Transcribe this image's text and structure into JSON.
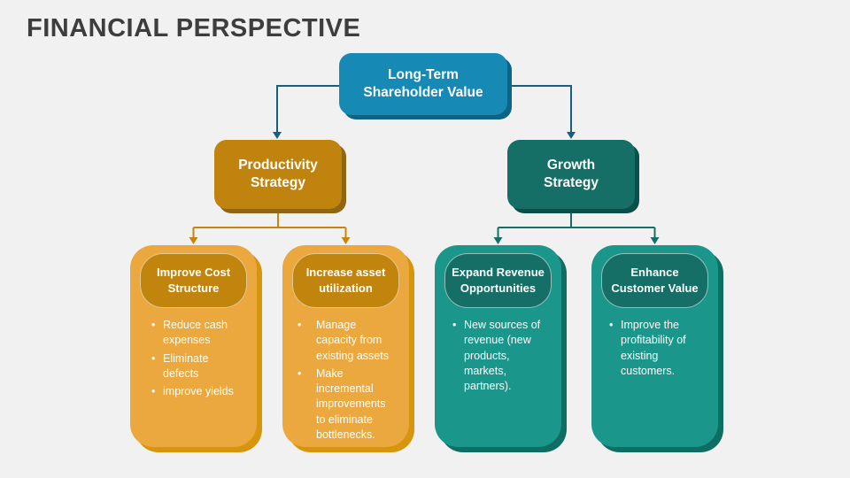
{
  "page": {
    "title": "FINANCIAL PERSPECTIVE",
    "background": "#f1f1f1",
    "title_color": "#3d3d3d"
  },
  "palette": {
    "root_fill": "#1689b5",
    "root_shadow": "#0f6383",
    "root_connector": "#15607f",
    "amber_strategy_fill": "#bf830e",
    "amber_strategy_shadow": "#8f6612",
    "amber_card_fill": "#eaa83e",
    "amber_card_shadow": "#d6950d",
    "amber_header_fill": "#c1840c",
    "amber_connector": "#c8860e",
    "teal_strategy_fill": "#156f66",
    "teal_strategy_shadow": "#0a4f4a",
    "teal_card_fill": "#1b968b",
    "teal_card_shadow": "#0f6e64",
    "teal_header_fill": "#156f66",
    "teal_connector": "#156f66",
    "text_color": "#ffffff"
  },
  "diagram": {
    "root": {
      "label": "Long-Term\nShareholder Value"
    },
    "branches": [
      {
        "label": "Productivity\nStrategy",
        "cards": [
          {
            "title": "Improve Cost\nStructure",
            "bullets": [
              "Reduce cash expenses",
              "Eliminate defects",
              "improve yields"
            ]
          },
          {
            "title": "Increase asset\nutilization",
            "bullets": [
              "Manage capacity from existing assets",
              "Make incremental improvements to eliminate bottlenecks."
            ]
          }
        ]
      },
      {
        "label": "Growth\nStrategy",
        "cards": [
          {
            "title": "Expand Revenue\nOpportunities",
            "bullets": [
              "New sources of revenue (new products, markets, partners)."
            ]
          },
          {
            "title": "Enhance\nCustomer Value",
            "bullets": [
              "Improve the profitability of existing customers."
            ]
          }
        ]
      }
    ]
  }
}
